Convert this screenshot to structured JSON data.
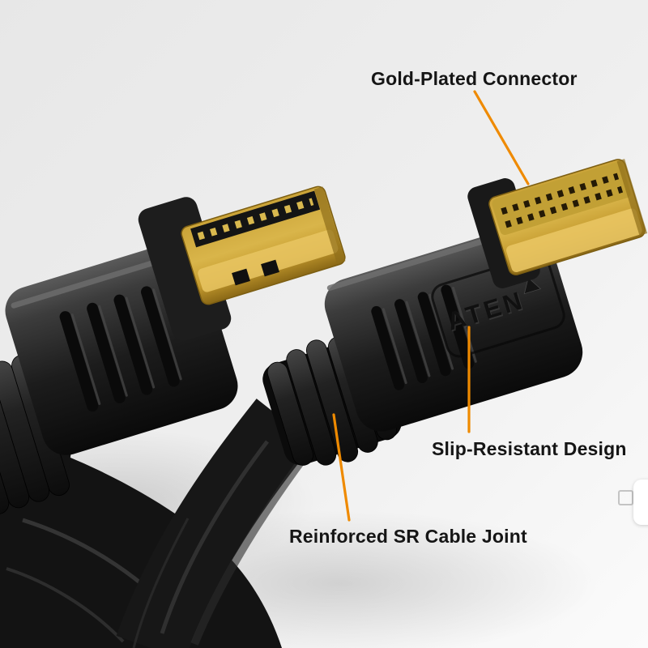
{
  "page": {
    "background_top": "#e7e7e7",
    "background_bottom": "#fbfbfb"
  },
  "annotations": {
    "gold_plated": "Gold-Plated Connector",
    "slip_resistant": "Slip-Resistant Design",
    "cable_joint": "Reinforced SR Cable Joint",
    "accent_color": "#EF8A00",
    "text_color": "#151515"
  },
  "product": {
    "brand": "ATEN",
    "body_color": "#1a1a1a",
    "gold_color": "#D4AC3E"
  }
}
